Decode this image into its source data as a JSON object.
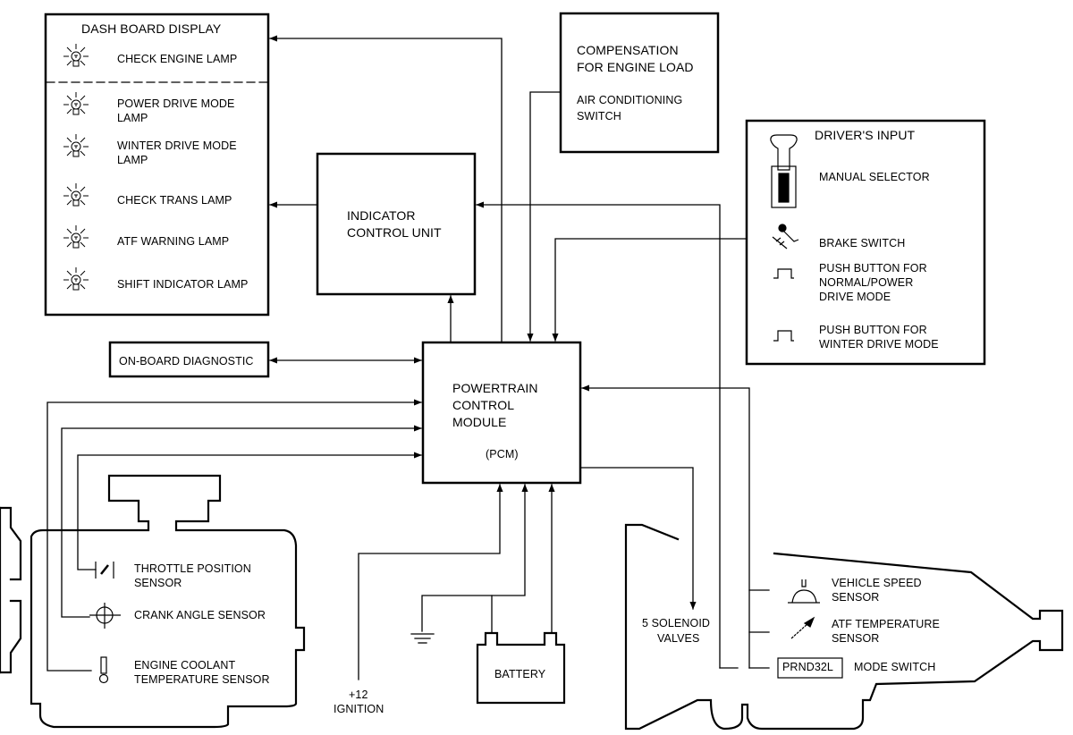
{
  "title": "Electronic control system block diagram",
  "dashboard": {
    "title": "DASH BOARD DISPLAY",
    "lamps": [
      {
        "label": "CHECK ENGINE LAMP",
        "icon": "lamp-icon"
      },
      {
        "label_lines": [
          "POWER DRIVE MODE",
          "LAMP"
        ],
        "icon": "lamp-icon"
      },
      {
        "label_lines": [
          "WINTER DRIVE MODE",
          "LAMP"
        ],
        "icon": "lamp-icon"
      },
      {
        "label": "CHECK TRANS LAMP",
        "icon": "lamp-icon"
      },
      {
        "label": "ATF WARNING LAMP",
        "icon": "lamp-icon"
      },
      {
        "label": "SHIFT INDICATOR LAMP",
        "icon": "lamp-icon"
      }
    ]
  },
  "compensation": {
    "title_lines": [
      "COMPENSATION",
      "FOR ENGINE LOAD"
    ],
    "item_lines": [
      "AIR CONDITIONING",
      "SWITCH"
    ]
  },
  "indicator_control_unit": {
    "lines": [
      "INDICATOR",
      "CONTROL UNIT"
    ]
  },
  "drivers_input": {
    "title": "DRIVER'S INPUT",
    "items": [
      {
        "label": "MANUAL SELECTOR",
        "icon": "manual-selector-icon"
      },
      {
        "label": "BRAKE SWITCH",
        "icon": "brake-switch-icon"
      },
      {
        "label_lines": [
          "PUSH BUTTON FOR",
          "NORMAL/POWER",
          "DRIVE MODE"
        ],
        "icon": "push-button-icon"
      },
      {
        "label_lines": [
          "PUSH BUTTON FOR",
          "WINTER DRIVE MODE"
        ],
        "icon": "push-button-icon"
      }
    ]
  },
  "obd": {
    "label": "ON-BOARD DIAGNOSTIC"
  },
  "pcm": {
    "lines": [
      "POWERTRAIN",
      "CONTROL",
      "MODULE"
    ],
    "abbr": "(PCM)"
  },
  "engine": {
    "sensors": [
      {
        "label_lines": [
          "THROTTLE POSITION",
          "SENSOR"
        ],
        "icon": "throttle-sensor-icon"
      },
      {
        "label": "CRANK ANGLE SENSOR",
        "icon": "crank-angle-sensor-icon"
      },
      {
        "label_lines": [
          "ENGINE COOLANT",
          "TEMPERATURE SENSOR"
        ],
        "icon": "thermometer-icon"
      }
    ]
  },
  "power": {
    "ignition_lines": [
      "+12",
      "IGNITION"
    ],
    "battery": "BATTERY",
    "ground_icon": "ground-icon"
  },
  "transmission": {
    "solenoid_lines": [
      "5 SOLENOID",
      "VALVES"
    ],
    "sensors": [
      {
        "label_lines": [
          "VEHICLE SPEED",
          "SENSOR"
        ],
        "icon": "speed-sensor-icon"
      },
      {
        "label_lines": [
          "ATF TEMPERATURE",
          "SENSOR"
        ],
        "icon": "temp-probe-icon"
      }
    ],
    "mode_switch_code": "PRND32L",
    "mode_switch_label": "MODE SWITCH"
  }
}
